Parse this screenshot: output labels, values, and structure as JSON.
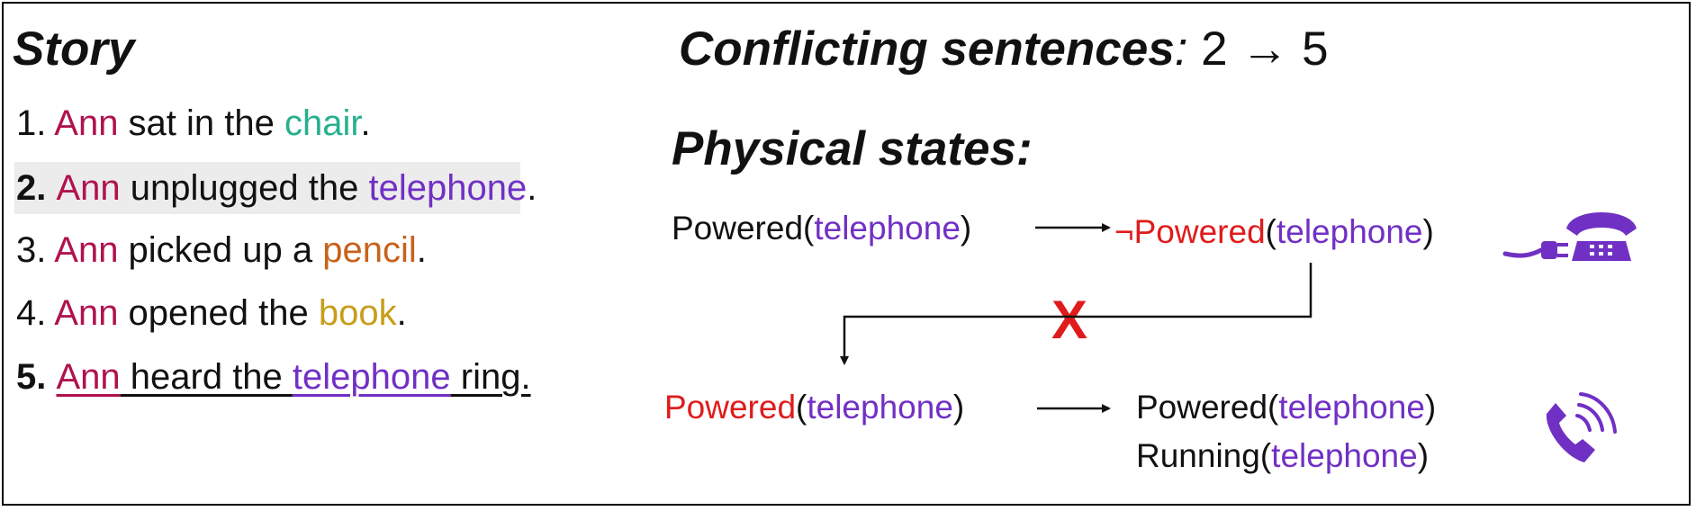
{
  "story": {
    "title": "Story",
    "sentences": [
      {
        "num": "1.",
        "bold": false,
        "highlight": false,
        "underline": false,
        "parts": [
          {
            "t": "Ann",
            "c": "ann"
          },
          {
            "t": " sat in the ",
            "c": ""
          },
          {
            "t": "chair",
            "c": "chair"
          },
          {
            "t": ".",
            "c": ""
          }
        ]
      },
      {
        "num": "2.",
        "bold": true,
        "highlight": true,
        "underline": false,
        "parts": [
          {
            "t": "Ann",
            "c": "ann"
          },
          {
            "t": " unplugged the ",
            "c": ""
          },
          {
            "t": "telephone",
            "c": "tel"
          },
          {
            "t": ".",
            "c": ""
          }
        ]
      },
      {
        "num": "3.",
        "bold": false,
        "highlight": false,
        "underline": false,
        "parts": [
          {
            "t": "Ann",
            "c": "ann"
          },
          {
            "t": " picked up a ",
            "c": ""
          },
          {
            "t": "pencil",
            "c": "pencil"
          },
          {
            "t": ".",
            "c": ""
          }
        ]
      },
      {
        "num": "4.",
        "bold": false,
        "highlight": false,
        "underline": false,
        "parts": [
          {
            "t": "Ann",
            "c": "ann"
          },
          {
            "t": " opened the ",
            "c": ""
          },
          {
            "t": "book",
            "c": "book"
          },
          {
            "t": ".",
            "c": ""
          }
        ]
      },
      {
        "num": "5.",
        "bold": true,
        "highlight": false,
        "underline": true,
        "parts": [
          {
            "t": "Ann",
            "c": "ann"
          },
          {
            "t": " heard the ",
            "c": ""
          },
          {
            "t": "telephone",
            "c": "tel"
          },
          {
            "t": " ring.",
            "c": ""
          }
        ]
      }
    ]
  },
  "conflict": {
    "label": "Conflicting sentences",
    "colon": ":",
    "value": " 2 → 5"
  },
  "physical": {
    "title": "Physical states:",
    "row1": {
      "before": {
        "pred": "Powered",
        "open": "(",
        "obj": "telephone",
        "close": ")"
      },
      "after": {
        "neg": "¬",
        "pred": "Powered",
        "open": "(",
        "obj": "telephone",
        "close": ")"
      }
    },
    "row2": {
      "before": {
        "pred": "Powered",
        "open": "(",
        "obj": "telephone",
        "close": ")"
      },
      "after1": {
        "pred": "Powered",
        "open": "(",
        "obj": "telephone",
        "close": ")"
      },
      "after2": {
        "pred": "Running",
        "open": "(",
        "obj": "telephone",
        "close": ")"
      }
    },
    "cross_mark": "X"
  },
  "icons": {
    "unplugged": "unplugged-telephone-icon",
    "ringing": "ringing-phone-icon"
  },
  "colors": {
    "ann": "#b0124e",
    "chair": "#27b08e",
    "telephone": "#7130c4",
    "pencil": "#c8621a",
    "book": "#c79e1c",
    "negated": "#e01b1b",
    "highlight": "#ececec"
  }
}
